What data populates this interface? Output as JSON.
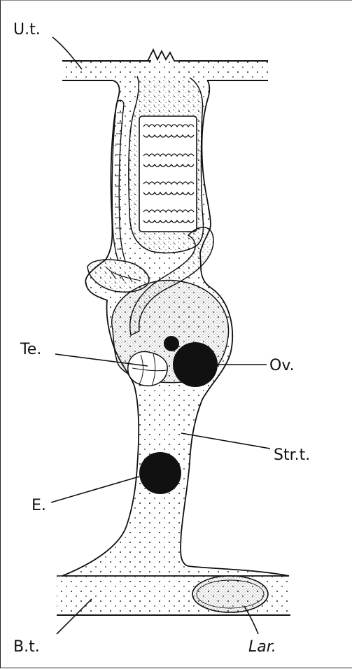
{
  "labels": {
    "upper_tissue": "U.t.",
    "testis": "Te.",
    "ovary": "Ov.",
    "stratum_tissue": "Str.t.",
    "egg": "E.",
    "basal_tissue": "B.t.",
    "larva": "Lar."
  },
  "colors": {
    "ink": "#111111",
    "paper": "#ffffff"
  }
}
